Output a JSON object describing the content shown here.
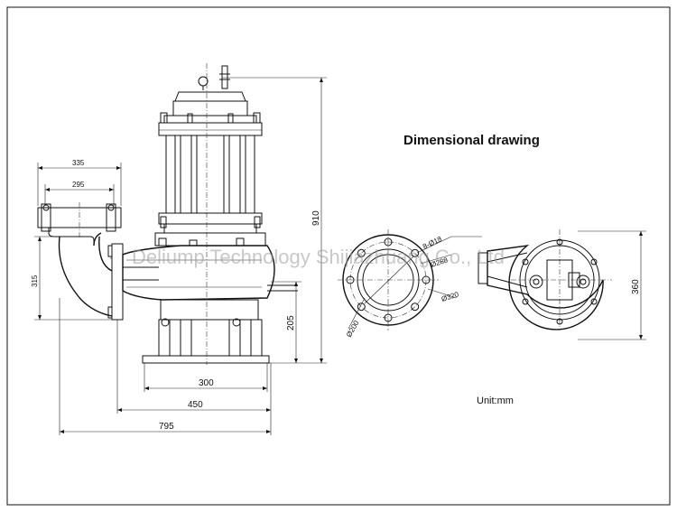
{
  "title": "Dimensional drawing",
  "unit_label": "Unit:mm",
  "watermark": "Deliump Technology Shijiazhuang Co., Ltd",
  "dimensions": {
    "outlet_outer": "335",
    "outlet_inner": "295",
    "outlet_height": "315",
    "total_height": "910",
    "base_height": "205",
    "base_inner": "300",
    "base_outer": "450",
    "total_length": "795",
    "bolts": "8-Ø18",
    "flange_bolt_circle": "Ø288",
    "flange_outer": "Ø320",
    "flange_bore": "Ø200",
    "top_view_height": "360"
  }
}
